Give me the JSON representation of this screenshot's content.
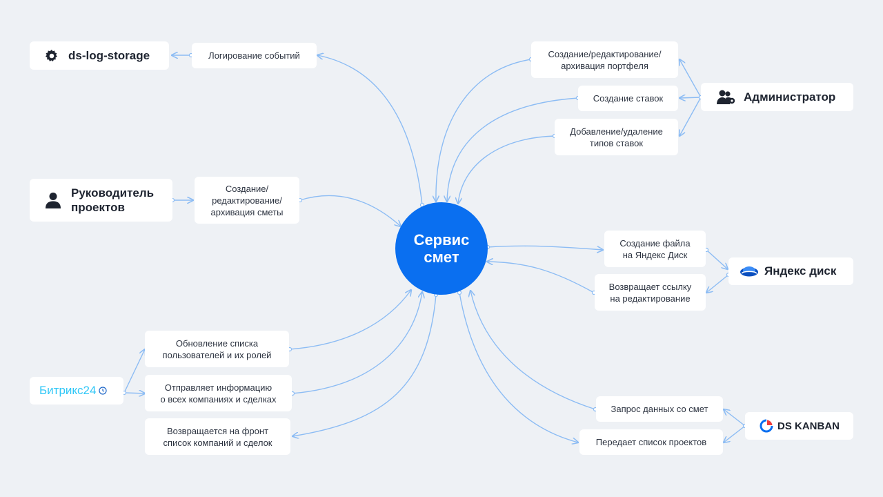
{
  "center": {
    "label": "Сервис\nсмет",
    "color": "#0a6ff0"
  },
  "entities": {
    "log_storage": {
      "label": "ds-log-storage",
      "icon": "gear-icon"
    },
    "admin": {
      "label": "Администратор",
      "icon": "users-gear-icon"
    },
    "pm": {
      "label": "Руководитель\nпроектов",
      "icon": "user-icon"
    },
    "yandex": {
      "label": "Яндекс диск",
      "icon": "yandex-disk-icon"
    },
    "bitrix": {
      "label": "Битрикс24",
      "icon": "clock-icon",
      "color": "#2fc7f7"
    },
    "kanban": {
      "label": "DS KANBAN",
      "icon": "kanban-logo-icon"
    }
  },
  "actions": {
    "log_events": "Логирование событий",
    "portfolio": "Создание/редактирование/\nархивация портфеля",
    "rates": "Создание ставок",
    "rate_types": "Добавление/удаление\nтипов ставок",
    "estimate": "Создание/\nредактирование/\nархивация сметы",
    "yandex_create": "Создание файла\nна Яндекс Диск",
    "yandex_link": "Возвращает ссылку\nна редактирование",
    "users_update": "Обновление списка\nпользователей и их ролей",
    "companies_info": "Отправляет информацию\nо всех компаниях и сделках",
    "front_return": "Возвращается на фронт\nсписок компаний и сделок",
    "kanban_request": "Запрос данных со смет",
    "kanban_projects": "Передает список проектов"
  },
  "colors": {
    "link": "#8cbcf4",
    "background": "#eef1f5"
  }
}
